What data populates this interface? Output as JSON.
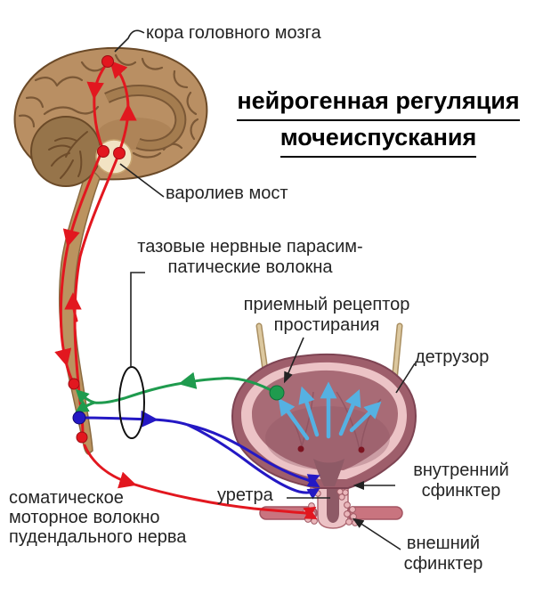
{
  "title": {
    "line1": "нейрогенная регуляция",
    "line2": "мочеиспускания"
  },
  "labels": {
    "cortex": "кора головного мозга",
    "pons": "варолиев мост",
    "pelvic_line1": "тазовые нервные парасим-",
    "pelvic_line2": "патические волокна",
    "receptor_line1": "приемный рецептор",
    "receptor_line2": "простирания",
    "detrusor": "детрузор",
    "internal_sphincter_line1": "внутренний",
    "internal_sphincter_line2": "сфинктер",
    "urethra": "уретра",
    "somatic_line1": "соматическое",
    "somatic_line2": "моторное волокно",
    "somatic_line3": "пудендального нерва",
    "external_sphincter_line1": "внешний",
    "external_sphincter_line2": "сфинктер"
  },
  "colors": {
    "background": "#ffffff",
    "text": "#242424",
    "title": "#000000",
    "leader": "#222222",
    "red_pathway": "#e2171f",
    "green_pathway": "#1f9b4e",
    "blue_pathway": "#2418c4",
    "light_blue_arrows": "#55b1e2",
    "brain_cortex": "#b98f63",
    "brain_outline": "#6b4a28",
    "brain_gyri": "#7b5836",
    "cerebellum": "#96744a",
    "pons_fill": "#f2e3c3",
    "spinal_cord": "#bb935f",
    "spinal_cord_outline": "#8a6a40",
    "bladder_outer": "#9e5e6b",
    "bladder_outline": "#7e4453",
    "bladder_ring": "#ecc3c6",
    "bladder_interior": "#a86b76",
    "lumen": "#8e5a66",
    "pelvic_band": "#c9747f",
    "pelvic_band_outline": "#a45562",
    "sphincter_granule": "#eab6ba",
    "sphincter_granule_outline": "#a05b66",
    "ureter": "#dcc89f",
    "ureter_outline": "#a98e60",
    "ureteral_opening": "#7c1320"
  }
}
